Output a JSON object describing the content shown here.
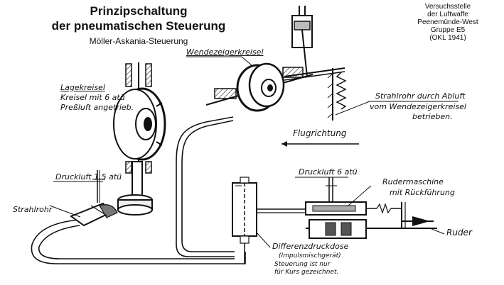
{
  "title": {
    "line1": "Prinzipschaltung",
    "line2": "der pneumatischen Steuerung",
    "line3": "Möller-Askania-Steuerung"
  },
  "institution": {
    "line1": "Versuchsstelle",
    "line2": "der Luftwaffe",
    "line3": "Peenemünde-West",
    "line4": "Gruppe E5",
    "line5": "(OKL 1941)"
  },
  "labels": {
    "wendezeigerkreisel": "Wendezeigerkreisel",
    "lagekreisel_1": "Lagekreisel",
    "lagekreisel_2": "Kreisel mit 6 atü",
    "lagekreisel_3": "Preßluft angetrieb.",
    "strahlrohr_abluft_1": "Strahlrohr durch Abluft",
    "strahlrohr_abluft_2": "vom Wendezeigerkreisel",
    "strahlrohr_abluft_3": "betrieben.",
    "flugrichtung": "Flugrichtung",
    "druckluft_15": "Druckluft 1,5 atü",
    "druckluft_6": "Druckluft 6 atü",
    "rudermaschine_1": "Rudermaschine",
    "rudermaschine_2": "mit Rückführung",
    "strahlrohr": "Strahlrohr",
    "ruder": "Ruder",
    "differenzdruckdose": "Differenzdruckdose",
    "impulsmischgeraet": "(Impulsmischgerät)",
    "hinweis_1": "Steuerung ist nur",
    "hinweis_2": "für Kurs gezeichnet."
  }
}
